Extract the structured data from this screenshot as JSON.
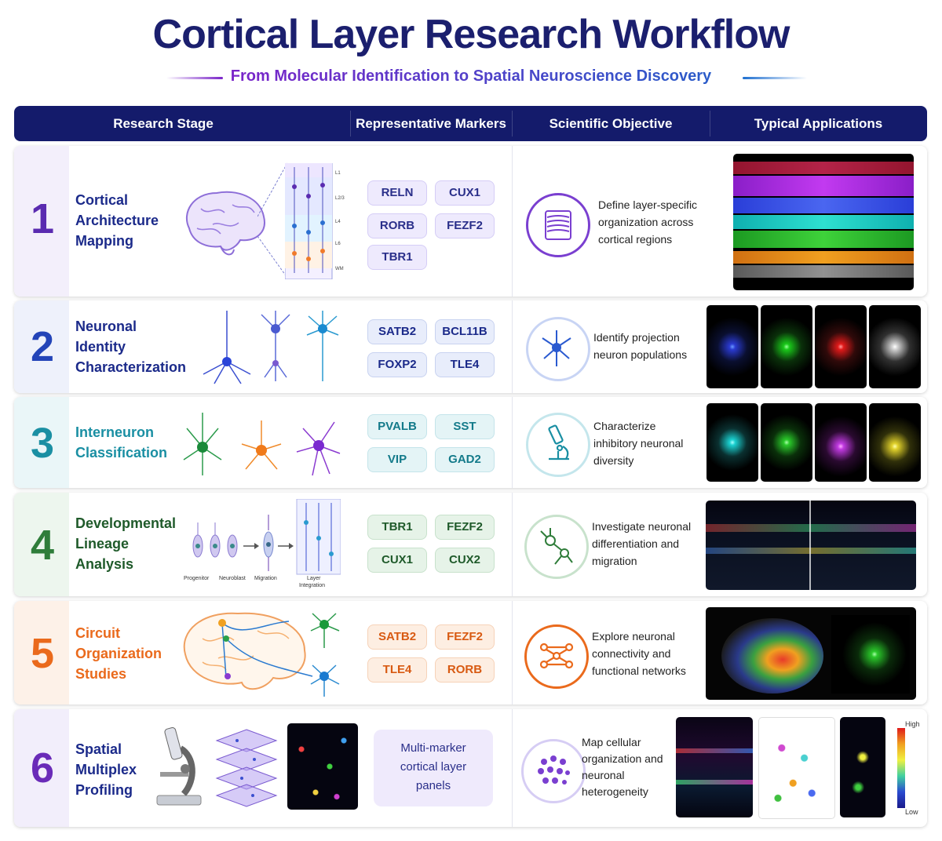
{
  "title": "Cortical Layer Research Workflow",
  "subtitle": "From Molecular Identification to Spatial Neuroscience Discovery",
  "columns": [
    "Research Stage",
    "Representative Markers",
    "Scientific Objective",
    "Typical Applications"
  ],
  "rows": [
    {
      "num": "1",
      "stage": [
        "Cortical",
        "Architecture",
        "Mapping"
      ],
      "markers": [
        "RELN",
        "CUX1",
        "RORB",
        "FEZF2",
        "TBR1"
      ],
      "objective": [
        "Define layer-specific",
        "organization across",
        "cortical regions"
      ],
      "layer_labels": [
        "L1",
        "L2/3",
        "L4",
        "L6",
        "WM"
      ],
      "color": "#5a2bb0"
    },
    {
      "num": "2",
      "stage": [
        "Neuronal",
        "Identity",
        "Characterization"
      ],
      "markers": [
        "SATB2",
        "BCL11B",
        "FOXP2",
        "TLE4"
      ],
      "objective": [
        "Identify projection",
        "neuron populations"
      ],
      "color": "#2344b8"
    },
    {
      "num": "3",
      "stage": [
        "Interneuron",
        "Classification"
      ],
      "markers": [
        "PVALB",
        "SST",
        "VIP",
        "GAD2"
      ],
      "objective": [
        "Characterize",
        "inhibitory neuronal",
        "diversity"
      ],
      "color": "#1a8fa3"
    },
    {
      "num": "4",
      "stage": [
        "Developmental",
        "Lineage",
        "Analysis"
      ],
      "markers": [
        "TBR1",
        "FEZF2",
        "CUX1",
        "CUX2"
      ],
      "objective": [
        "Investigate neuronal",
        "differentiation and",
        "migration"
      ],
      "lineage_labels": [
        "Progenitor",
        "Neuroblast",
        "Migration",
        "Layer",
        "Integration"
      ],
      "color": "#2f7d3a"
    },
    {
      "num": "5",
      "stage": [
        "Circuit",
        "Organization",
        "Studies"
      ],
      "markers": [
        "SATB2",
        "FEZF2",
        "TLE4",
        "RORB"
      ],
      "objective": [
        "Explore neuronal",
        "connectivity and",
        "functional networks"
      ],
      "color": "#ea6a1c"
    },
    {
      "num": "6",
      "stage": [
        "Spatial",
        "Multiplex",
        "Profiling"
      ],
      "markers_panel": [
        "Multi-marker",
        "cortical layer",
        "panels"
      ],
      "objective": [
        "Map cellular",
        "organization and",
        "neuronal",
        "heterogeneity"
      ],
      "scale_high": "High",
      "scale_low": "Low",
      "color": "#6a2bb8"
    }
  ]
}
